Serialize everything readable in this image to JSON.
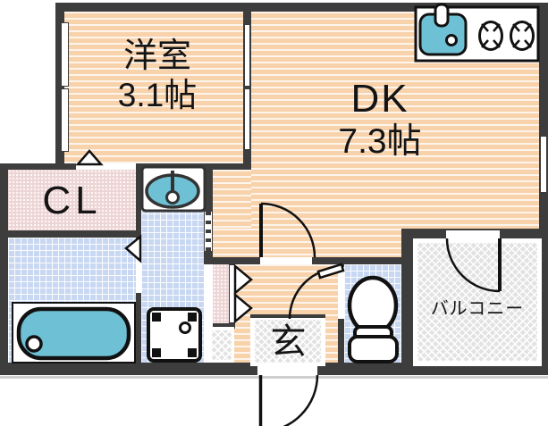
{
  "floorplan": {
    "rooms": {
      "western_room": {
        "label": "洋室",
        "size": "3.1帖"
      },
      "dining_kitchen": {
        "label": "DK",
        "size": "7.3帖"
      },
      "closet": {
        "label": "CL"
      },
      "entrance": {
        "label": "玄"
      },
      "balcony": {
        "label": "バルコニー"
      }
    },
    "fixtures": [
      "kitchen-sink-icon",
      "stove-burners-icon",
      "washbasin-icon",
      "bathtub-icon",
      "washing-machine-icon",
      "toilet-icon",
      "door-swing-icon",
      "folding-door-icon",
      "sliding-door-icon",
      "window-icon"
    ],
    "colors": {
      "wall": "#3d3d3d",
      "room_floor": "#f8d2ab",
      "wet_area_floor": "#c9d8f2",
      "closet_floor": "#eed5d5",
      "outdoor_floor": "#e2e2e2",
      "fixture_fill": "#6ec1d4",
      "outline": "#111111"
    }
  }
}
